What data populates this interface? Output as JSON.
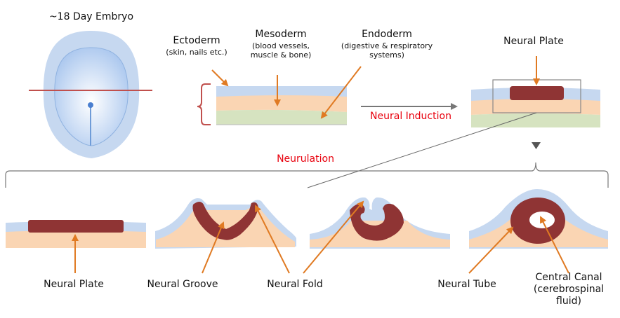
{
  "top": {
    "embryo_title": "~18 Day Embryo",
    "ectoderm": {
      "name": "Ectoderm",
      "desc": "(skin, nails etc.)"
    },
    "mesoderm": {
      "name": "Mesoderm",
      "desc_line1": "(blood vessels,",
      "desc_line2": "muscle & bone)"
    },
    "endoderm": {
      "name": "Endoderm",
      "desc_line1": "(digestive & respiratory",
      "desc_line2": "systems)"
    },
    "neural_induction": "Neural Induction",
    "neural_plate_top": "Neural Plate"
  },
  "neurulation_label": "Neurulation",
  "stages": [
    {
      "label": "Neural Plate"
    },
    {
      "label": "Neural Groove"
    },
    {
      "label": "Neural Fold"
    },
    {
      "label": "Neural Tube"
    },
    {
      "label_line1": "Central Canal",
      "label_line2": "(cerebrospinal",
      "label_line3": "fluid)"
    }
  ],
  "colors": {
    "ectoderm": "#c6d8f0",
    "mesoderm": "#fad5b3",
    "endoderm": "#d6e3c0",
    "neural_tissue": "#8f3434",
    "arrow": "#e07a22",
    "section_line": "#c0504d",
    "highlight_text": "#e8000d",
    "connector": "#666666"
  }
}
